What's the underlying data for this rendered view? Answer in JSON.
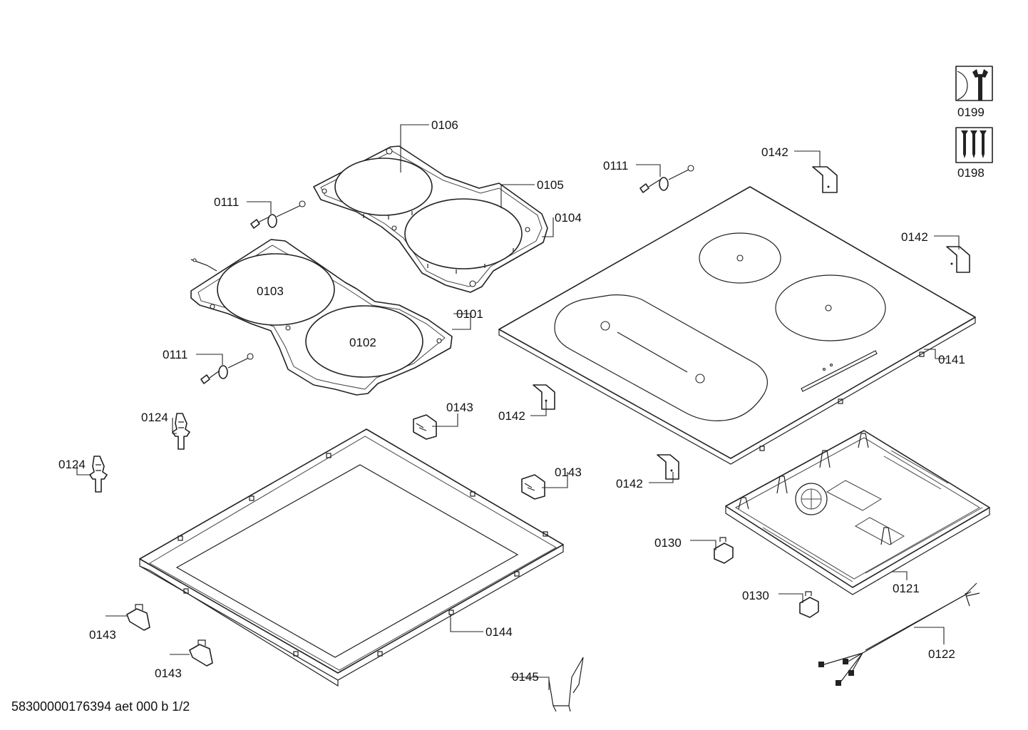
{
  "footer": {
    "document_id": "58300000176394 aet 000 b 1/2"
  },
  "tool_icons": [
    {
      "name": "service-wrench-icon",
      "code": "0199"
    },
    {
      "name": "screws-icon",
      "code": "0198"
    }
  ],
  "parts": {
    "p0106": "0106",
    "p0105": "0105",
    "p0104": "0104",
    "p0111_a": "0111",
    "p0111_b": "0111",
    "p0111_c": "0111",
    "p0103": "0103",
    "p0102": "0102",
    "p0101": "0101",
    "p0142_a": "0142",
    "p0142_b": "0142",
    "p0142_c": "0142",
    "p0142_d": "0142",
    "p0141": "0141",
    "p0143_a": "0143",
    "p0143_b": "0143",
    "p0143_c": "0143",
    "p0143_d": "0143",
    "p0124_a": "0124",
    "p0124_b": "0124",
    "p0130_a": "0130",
    "p0130_b": "0130",
    "p0121": "0121",
    "p0122": "0122",
    "p0144": "0144",
    "p0145": "0145"
  }
}
